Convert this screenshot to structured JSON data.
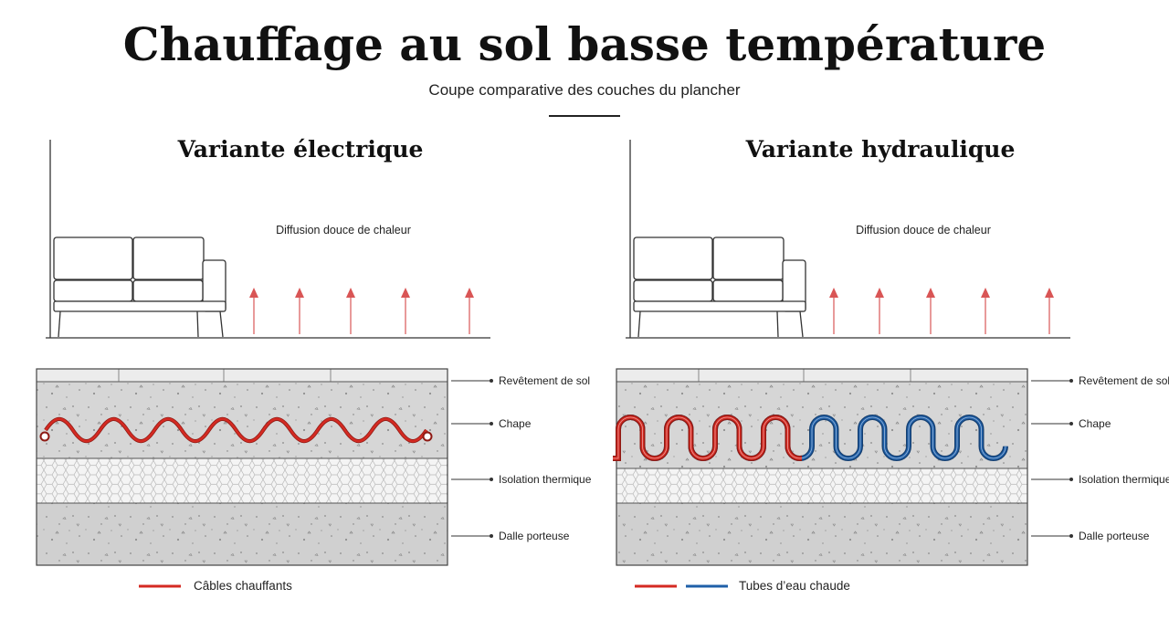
{
  "header": {
    "title": "Chauffage au sol basse température",
    "subtitle": "Coupe comparative des couches du plancher"
  },
  "colors": {
    "hot": "#d42a22",
    "cold": "#1f5fa8",
    "arrow": "#d95555",
    "concrete": "#d6d6d6",
    "insulation": "#f4f4f4",
    "line": "#333333"
  },
  "panels": [
    {
      "variant": "electric",
      "title": "Variante électrique",
      "diffusion_label": "Diffusion douce de chaleur",
      "layers": [
        "Revêtement de sol",
        "Chape",
        "Isolation thermique",
        "Dalle porteuse"
      ],
      "legend_label": "Câbles chauffants",
      "icons": [
        "sofa-icon",
        "heat-arrow-icon"
      ]
    },
    {
      "variant": "hydraulic",
      "title": "Variante hydraulique",
      "diffusion_label": "Diffusion douce de chaleur",
      "layers": [
        "Revêtement de sol",
        "Chape",
        "Isolation thermique",
        "Dalle porteuse"
      ],
      "legend_label": "Tubes d’eau chaude",
      "icons": [
        "sofa-icon",
        "heat-arrow-icon"
      ]
    }
  ]
}
